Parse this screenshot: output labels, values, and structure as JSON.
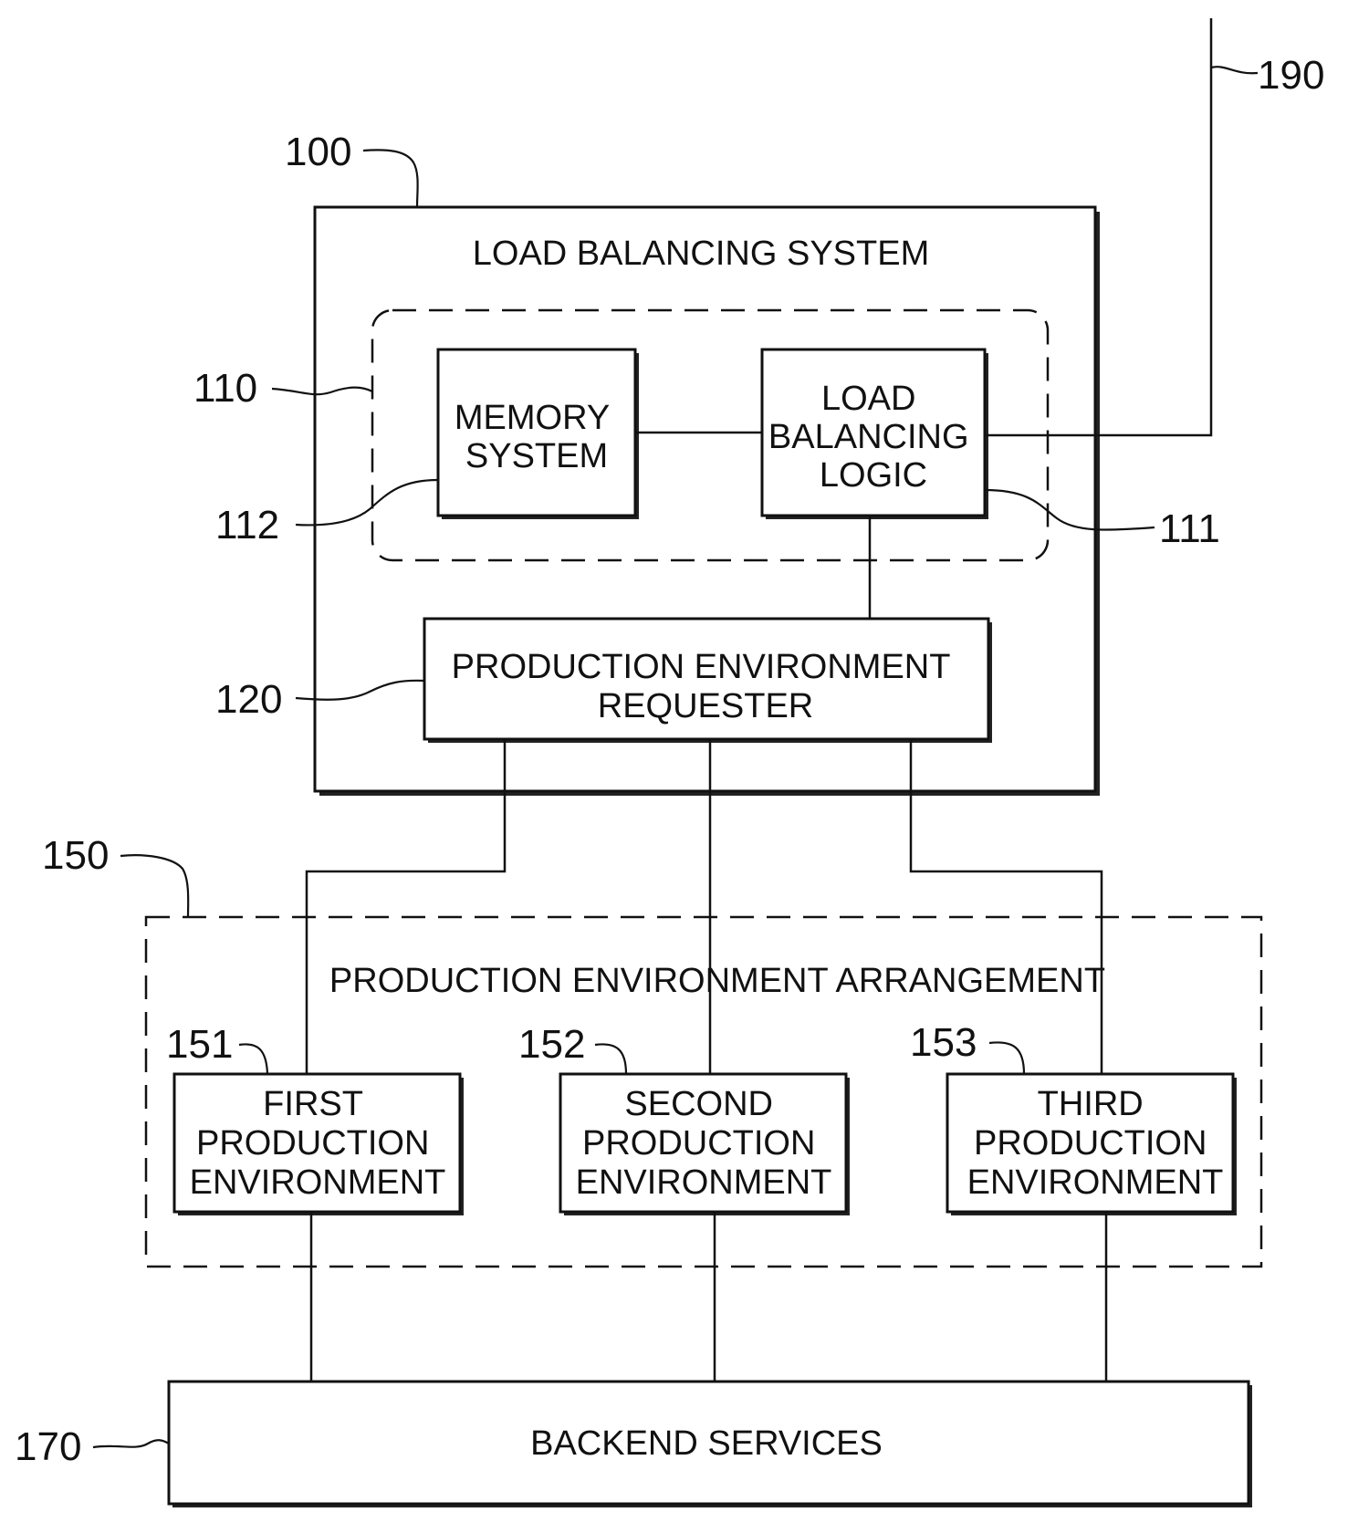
{
  "load_balancing_system": {
    "ref": "100",
    "title": "LOAD BALANCING SYSTEM",
    "processing_group_ref": "110",
    "memory_system": {
      "ref": "112",
      "lines": [
        "MEMORY",
        "SYSTEM"
      ]
    },
    "load_balancing_logic": {
      "ref": "111",
      "lines": [
        "LOAD",
        "BALANCING",
        "LOGIC"
      ]
    },
    "requester": {
      "ref": "120",
      "lines": [
        "PRODUCTION ENVIRONMENT",
        "REQUESTER"
      ]
    }
  },
  "external_link_ref": "190",
  "production_environment_arrangement": {
    "ref": "150",
    "title": "PRODUCTION ENVIRONMENT ARRANGEMENT",
    "environments": [
      {
        "ref": "151",
        "lines": [
          "FIRST",
          "PRODUCTION",
          "ENVIRONMENT"
        ]
      },
      {
        "ref": "152",
        "lines": [
          "SECOND",
          "PRODUCTION",
          "ENVIRONMENT"
        ]
      },
      {
        "ref": "153",
        "lines": [
          "THIRD",
          "PRODUCTION",
          "ENVIRONMENT"
        ]
      }
    ]
  },
  "backend_services": {
    "ref": "170",
    "label": "BACKEND SERVICES"
  }
}
